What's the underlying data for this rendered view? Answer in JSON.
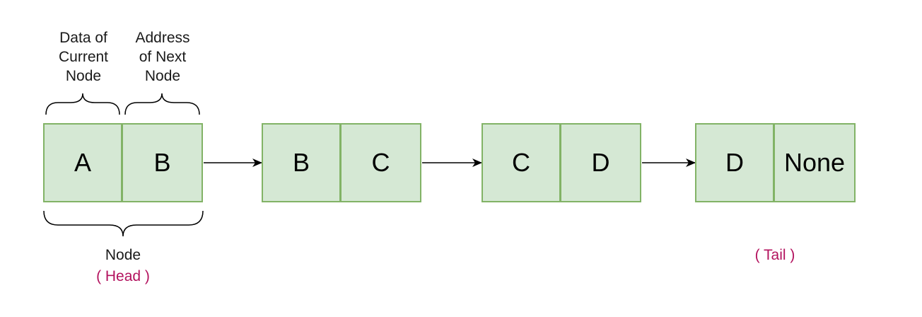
{
  "colors": {
    "cell_fill": "#d5e8d4",
    "cell_stroke": "#82b366",
    "arrow": "#000000",
    "tag_text": "#b3125e"
  },
  "top_labels": {
    "data_field": "Data of\nCurrent\nNode",
    "address_field": "Address\nof Next\nNode"
  },
  "nodes": [
    {
      "data": "A",
      "next": "B"
    },
    {
      "data": "B",
      "next": "C"
    },
    {
      "data": "C",
      "next": "D"
    },
    {
      "data": "D",
      "next": "None"
    }
  ],
  "bottom_labels": {
    "node_caption": "Node",
    "head_tag": "( Head )",
    "tail_tag": "( Tail )"
  }
}
